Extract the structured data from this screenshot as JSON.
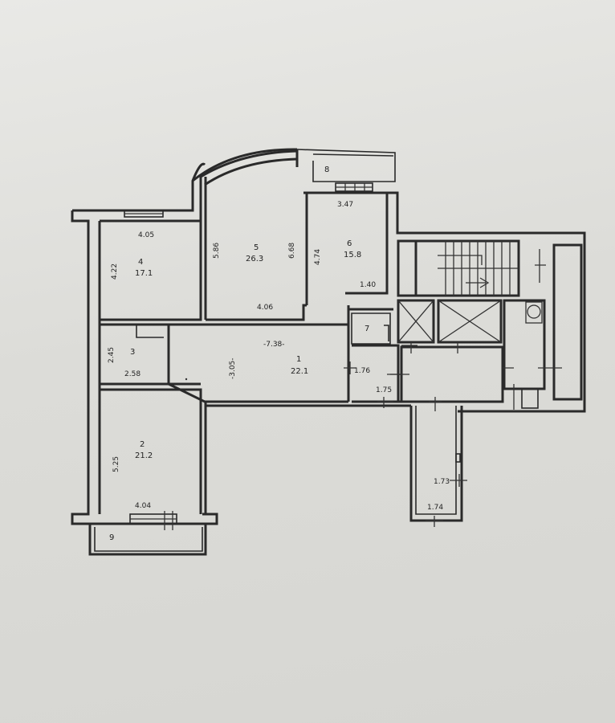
{
  "rooms": [
    {
      "number": "1",
      "area": "22.1"
    },
    {
      "number": "2",
      "area": "21.2"
    },
    {
      "number": "3"
    },
    {
      "number": "4",
      "area": "17.1"
    },
    {
      "number": "5",
      "area": "26.3"
    },
    {
      "number": "6",
      "area": "15.8"
    },
    {
      "number": "7"
    },
    {
      "number": "8"
    },
    {
      "number": "9"
    }
  ],
  "dimensions": {
    "room4_width": "4.05",
    "room4_height": "4.22",
    "room5_left": "5.86",
    "room5_right": "6.68",
    "room5_width": "4.06",
    "room6_width": "3.47",
    "room6_height": "4.74",
    "room6_bottom": "1.40",
    "room3_height": "2.45",
    "room3_width": "2.58",
    "hall_width": "-7.38-",
    "hall_height": "-3.05-",
    "room2_height": "5.25",
    "room2_width": "4.04",
    "corridor_height": "1.76",
    "corridor_width": "1.75",
    "storage_height": "1.73",
    "storage_width": "1.74"
  }
}
